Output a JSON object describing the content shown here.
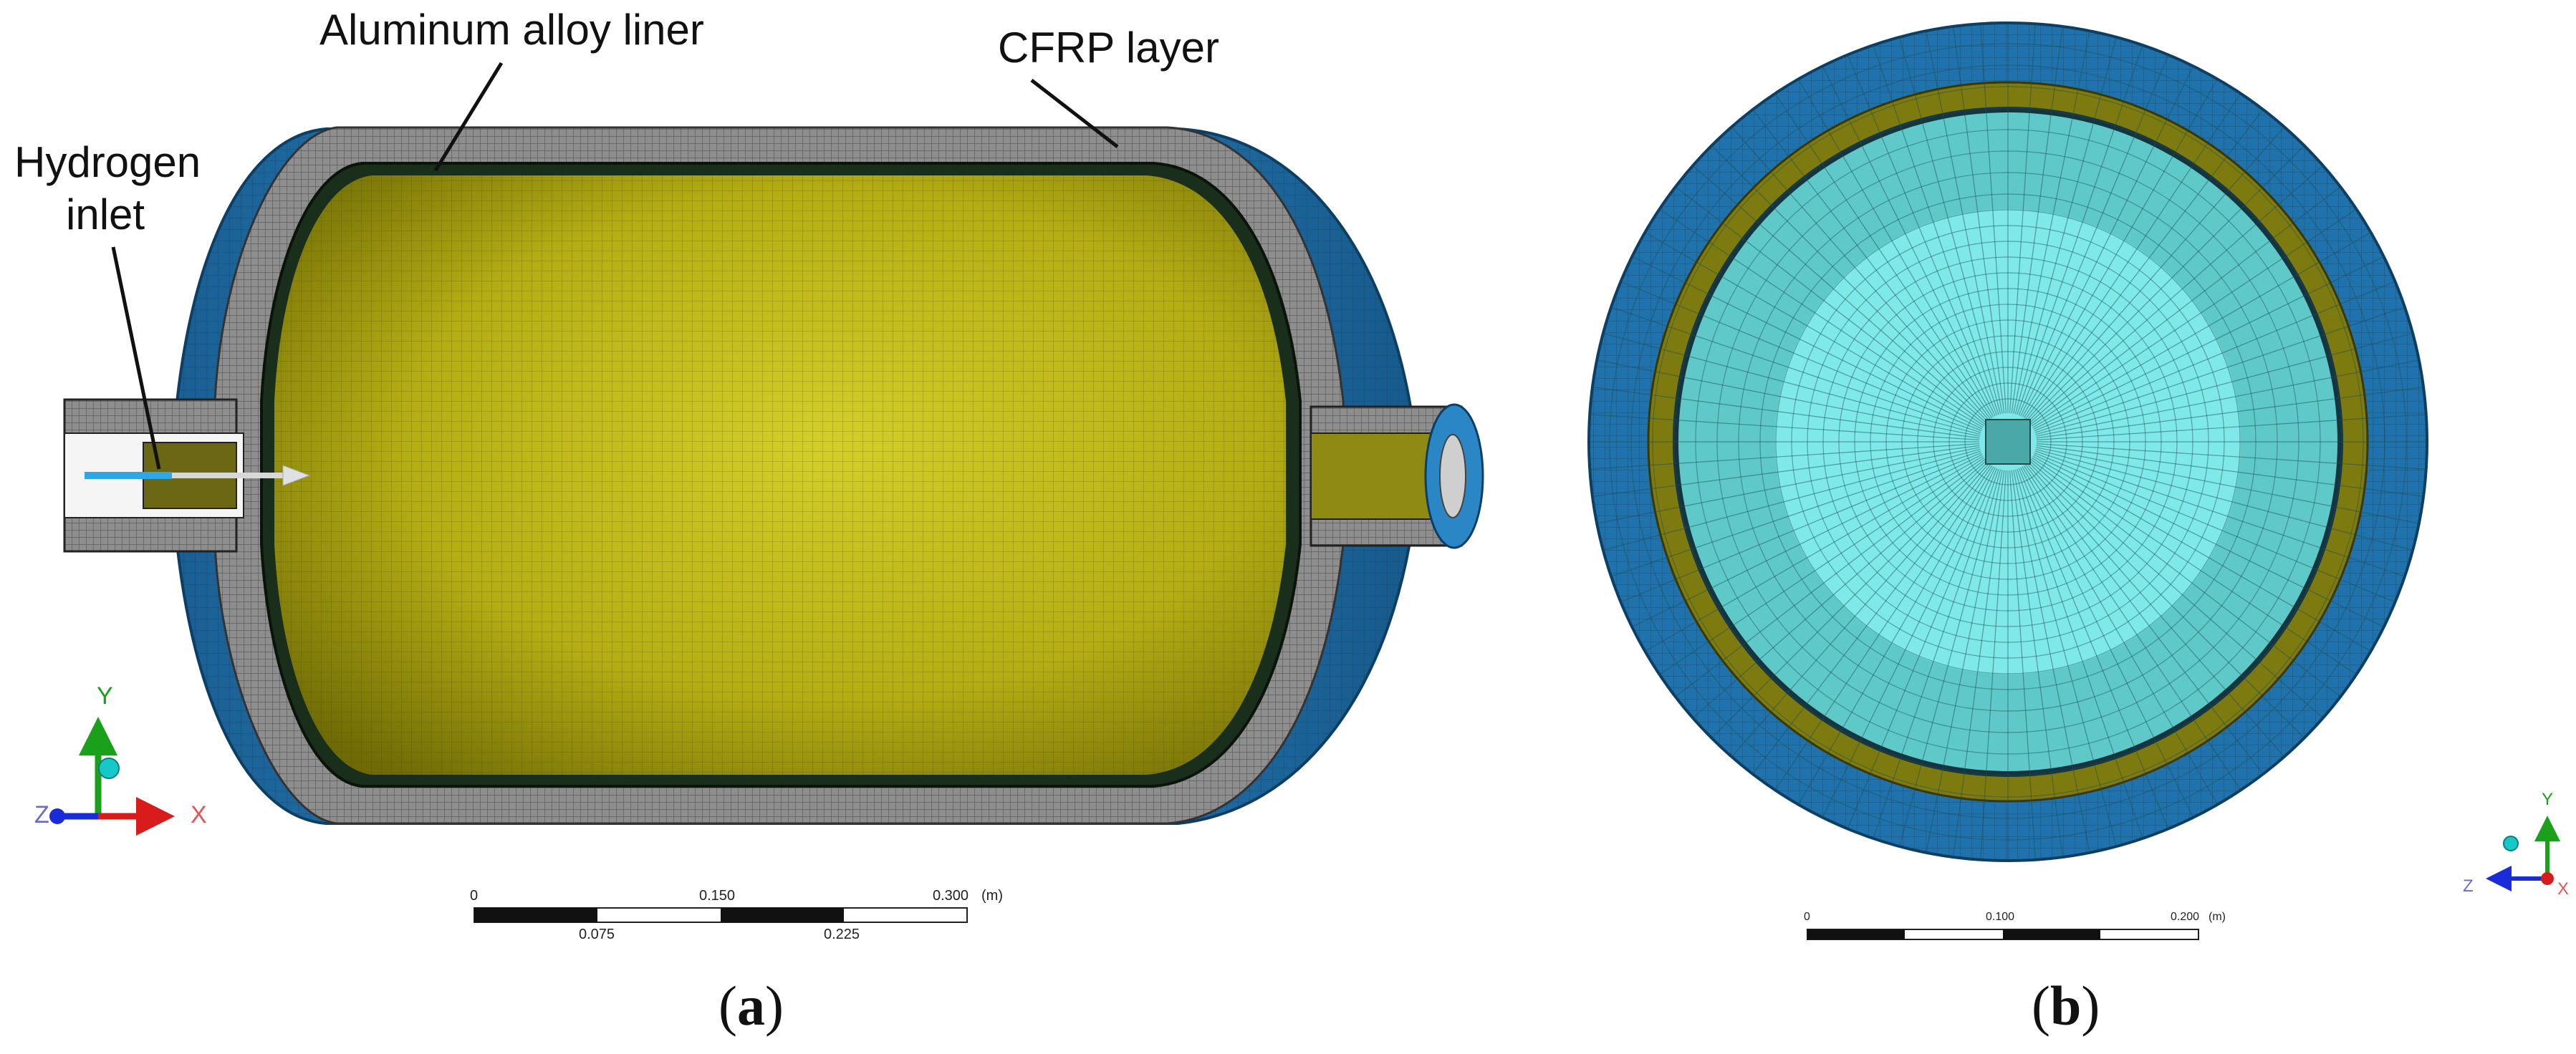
{
  "annotations": {
    "liner": "Aluminum alloy liner",
    "cfrp": "CFRP layer",
    "inlet_line1": "Hydrogen",
    "inlet_line2": "inlet"
  },
  "captions": {
    "a_open": "(",
    "a_letter": "a",
    "a_close": ")",
    "b_open": "(",
    "b_letter": "b",
    "b_close": ")"
  },
  "triad": {
    "y": "Y",
    "x": "X",
    "z": "Z"
  },
  "scale_a": {
    "t0": "0",
    "t1": "0.075",
    "t2": "0.150",
    "t3": "0.225",
    "t4": "0.300",
    "unit": "(m)"
  },
  "scale_b": {
    "t0": "0",
    "t1": "0.100",
    "t2": "0.200",
    "unit": "(m)"
  },
  "colors": {
    "cfrp": "#1f6fa8",
    "liner_steel": "#9a9a9a",
    "gas": "#c8c21a",
    "inner_cyan": "#7fe8e8",
    "outer_cyan": "#5fc8c8",
    "ring_olive": "#7d7a10"
  }
}
